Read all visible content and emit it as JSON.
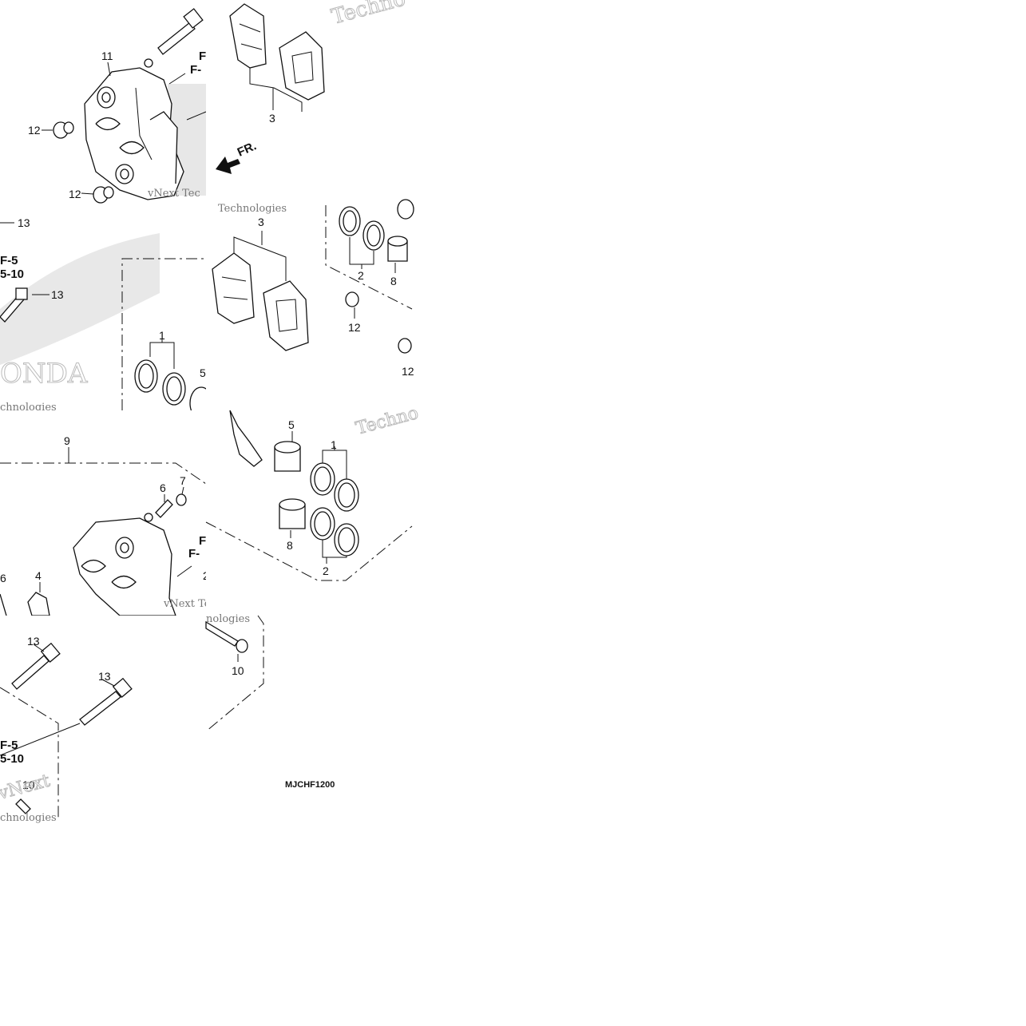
{
  "diagram": {
    "code": "MJCHF1200",
    "watermark": {
      "brand": "vNext Technologies",
      "fragments": [
        "Techno",
        "Technologies",
        "vNext Tec",
        "nologies",
        "Technologies",
        "chnologies",
        "Techno",
        "vNext Tec",
        "nologies",
        "vNext",
        "chnologies"
      ]
    },
    "references": {
      "f5": "F-5",
      "f5_10": "5-10",
      "f_partial": "F-",
      "f_letter": "F",
      "direction": "FR."
    },
    "callouts": {
      "t1": [
        "11",
        "12",
        "12"
      ],
      "t2": [
        "3"
      ],
      "t3": [
        "13",
        "13",
        "1"
      ],
      "t4": [
        "3",
        "2",
        "8",
        "12",
        "12"
      ],
      "t5": [
        "9",
        "6",
        "7",
        "4",
        "6",
        "2"
      ],
      "t6": [
        "5",
        "1",
        "8",
        "2"
      ],
      "t7": [
        "13",
        "13",
        "10"
      ],
      "t8": [
        "10"
      ]
    }
  }
}
